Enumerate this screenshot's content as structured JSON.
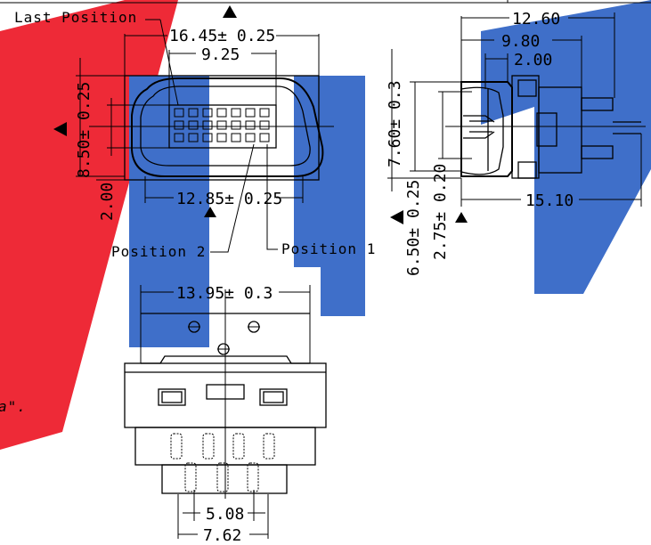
{
  "labels": {
    "last_position": "Last Position",
    "position_2": "Position 2",
    "position_1": "Position 1"
  },
  "dimensions": {
    "width_16_45": "16.45± 0.25",
    "width_9_25": "9.25",
    "height_8_50": "8.50± 0.25",
    "height_2_00_left": "2.00",
    "width_12_85": "12.85± 0.25",
    "side_12_60": "12.60",
    "side_9_80": "9.80",
    "side_2_00": "2.00",
    "height_7_60": "7.60± 0.3",
    "height_6_50": "6.50± 0.25",
    "height_2_75": "2.75± 0.20",
    "length_15_10": "15.10",
    "width_13_95": "13.95± 0.3",
    "pitch_5_08": "5.08",
    "pitch_7_62": "7.62"
  },
  "stray_text": "a\".",
  "colors": {
    "watermark_red": "#ee2a37",
    "watermark_blue": "#3f6fc9",
    "line": "#000000"
  },
  "icons": [
    "datum-triangle-icon"
  ]
}
